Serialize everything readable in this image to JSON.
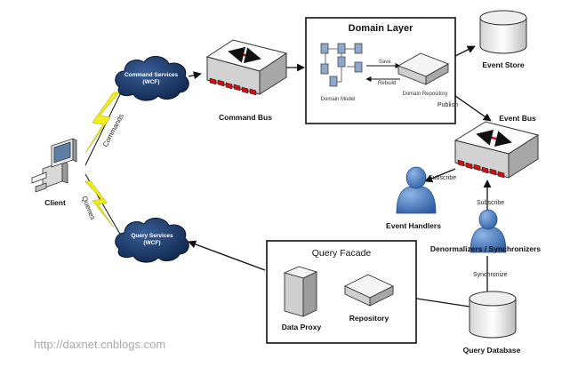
{
  "diagram": {
    "domain_layer": {
      "title": "Domain Layer",
      "domain_model": "Domain Model",
      "domain_repository": "Domain Repository",
      "save": "Save",
      "rebuild": "Rebuild"
    },
    "command_services": {
      "line1": "Command Services",
      "line2": "(WCF)"
    },
    "query_services": {
      "line1": "Query Services",
      "line2": "(WCF)"
    },
    "client": "Client",
    "commands": "Commands",
    "queries": "Queries",
    "command_bus": "Command Bus",
    "event_store": "Event Store",
    "publish": "Publish",
    "event_bus": "Event Bus",
    "subscribe_left": "Subscribe",
    "subscribe_right": "Subscribe",
    "event_handlers": "Event Handlers",
    "denormalizers": "Denormalizers / Synchronizers",
    "synchronize": "Synchronize",
    "query_database": "Query Database",
    "query_facade": {
      "title": "Query Facade",
      "data_proxy": "Data Proxy",
      "repository": "Repository"
    },
    "watermark": "http://daxnet.cnblogs.com"
  },
  "colors": {
    "cloud": "#0d2c57",
    "bus_accent": "#cc1111",
    "person": "#3d72b8",
    "lightning": "#f2ee1a"
  }
}
